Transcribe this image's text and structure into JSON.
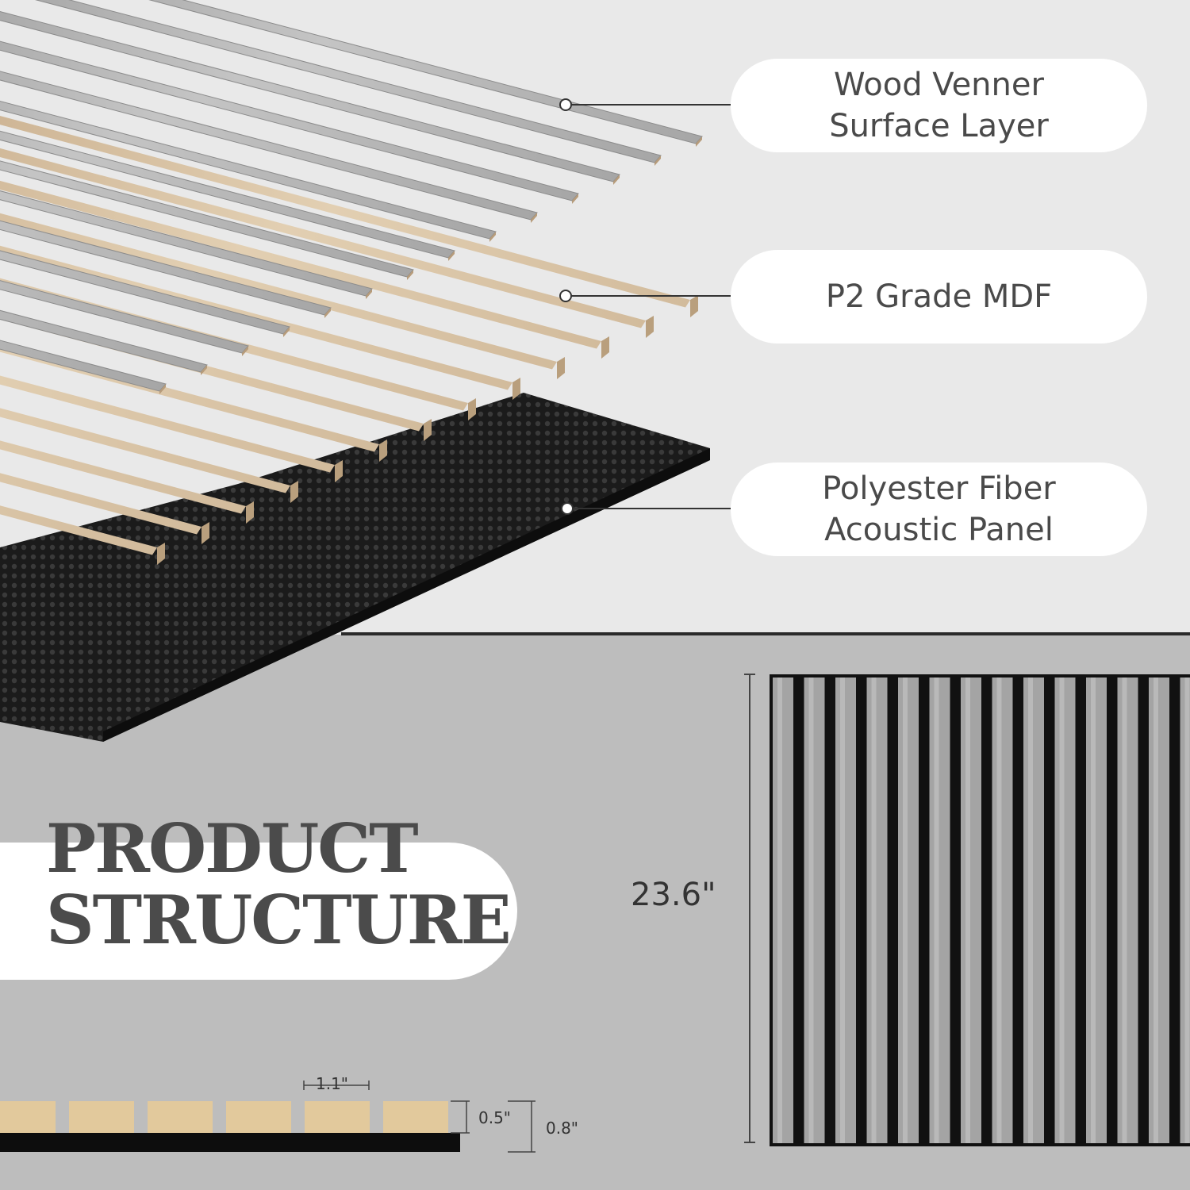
{
  "layers": [
    {
      "line1": "Wood Venner",
      "line2": "Surface Layer"
    },
    {
      "line1": "P2 Grade MDF",
      "line2": ""
    },
    {
      "line1": "Polyester Fiber",
      "line2": "Acoustic Panel"
    }
  ],
  "title": {
    "line1": "PRODUCT",
    "line2": "STRUCTURE"
  },
  "dimensions": {
    "height": "23.6\"",
    "slat_width": "1.1\"",
    "slat_thickness": "0.5\"",
    "total_thickness": "0.8\""
  },
  "colors": {
    "veneer": "#a9a9a9",
    "mdf": "#d8c3a3",
    "felt": "#1c1c1c",
    "pill": "#ffffff"
  }
}
